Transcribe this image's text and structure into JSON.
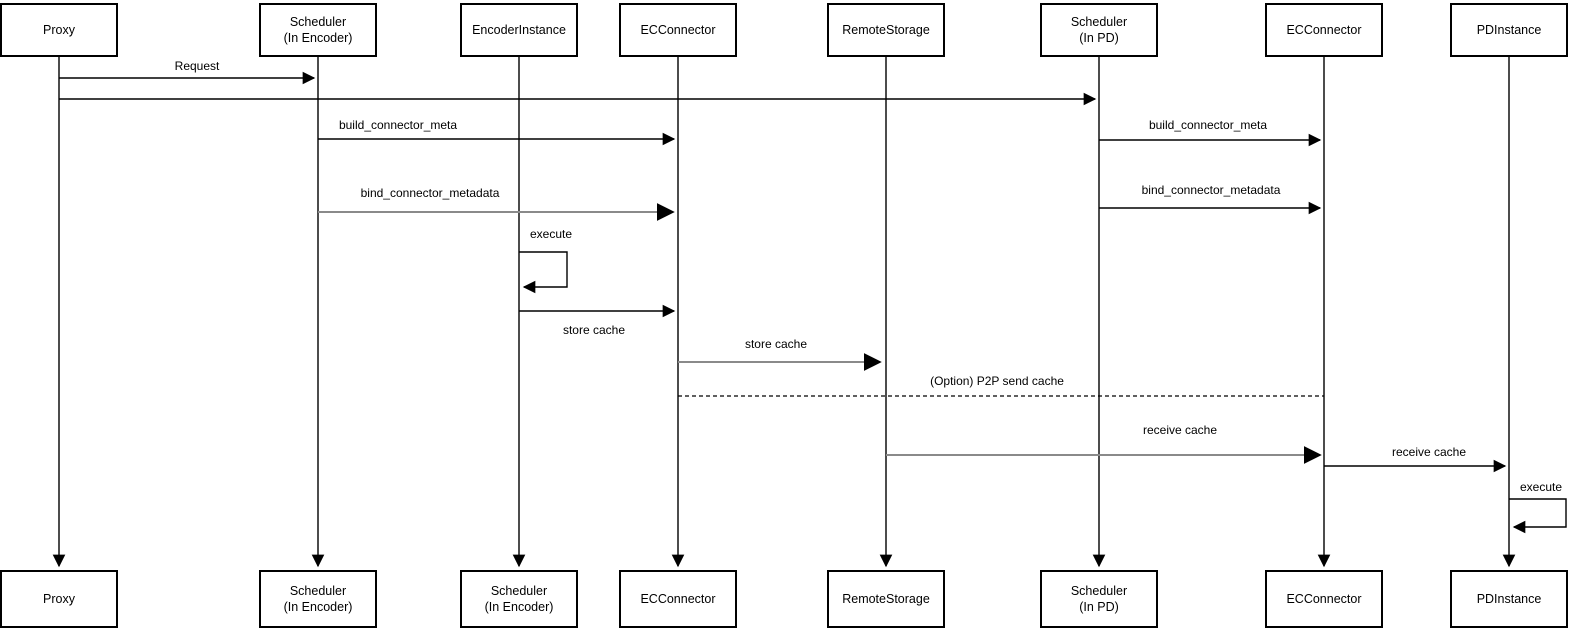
{
  "diagram": {
    "kind": "sequence-diagram",
    "background": "#ffffff",
    "colors": {
      "line": "#000000",
      "line_muted": "#8a8a8a",
      "box_border": "#000000",
      "box_fill": "#ffffff",
      "text": "#000000"
    }
  },
  "actors_top": [
    {
      "id": "proxy",
      "line1": "Proxy"
    },
    {
      "id": "scheduler-encoder",
      "line1": "Scheduler",
      "line2": "(In Encoder)"
    },
    {
      "id": "encoder-instance",
      "line1": "EncoderInstance"
    },
    {
      "id": "ec-connector",
      "line1": "ECConnector"
    },
    {
      "id": "remote-storage",
      "line1": "RemoteStorage"
    },
    {
      "id": "scheduler-pd",
      "line1": "Scheduler",
      "line2": "(In PD)"
    },
    {
      "id": "ec-connector-2",
      "line1": "ECConnector"
    },
    {
      "id": "pd-instance",
      "line1": "PDInstance"
    }
  ],
  "actors_bottom": [
    {
      "id": "proxy",
      "line1": "Proxy"
    },
    {
      "id": "scheduler-encoder",
      "line1": "Scheduler",
      "line2": "(In Encoder)"
    },
    {
      "id": "scheduler-encoder-2",
      "line1": "Scheduler",
      "line2": "(In Encoder)"
    },
    {
      "id": "ec-connector",
      "line1": "ECConnector"
    },
    {
      "id": "remote-storage",
      "line1": "RemoteStorage"
    },
    {
      "id": "scheduler-pd",
      "line1": "Scheduler",
      "line2": "(In PD)"
    },
    {
      "id": "ec-connector-2",
      "line1": "ECConnector"
    },
    {
      "id": "pd-instance",
      "line1": "PDInstance"
    }
  ],
  "messages": [
    {
      "label": "Request",
      "from": "Proxy",
      "to": "Scheduler (In Encoder)",
      "style": "solid-black"
    },
    {
      "label": "",
      "from": "Proxy",
      "to": "Scheduler (In PD)",
      "style": "solid-black"
    },
    {
      "label": "build_connector_meta",
      "from": "Scheduler (In Encoder)",
      "to": "ECConnector",
      "style": "solid-black"
    },
    {
      "label": "bind_connector_metadata",
      "from": "Scheduler (In Encoder)",
      "to": "ECConnector",
      "style": "solid-gray"
    },
    {
      "label": "execute",
      "from": "EncoderInstance",
      "to": "EncoderInstance",
      "style": "self-loop"
    },
    {
      "label": "store cache",
      "from": "EncoderInstance",
      "to": "ECConnector",
      "style": "solid-black"
    },
    {
      "label": "store cache",
      "from": "ECConnector",
      "to": "RemoteStorage",
      "style": "solid-gray"
    },
    {
      "label": "(Option) P2P send cache",
      "from": "ECConnector",
      "to": "ECConnector (PD side)",
      "style": "dashed"
    },
    {
      "label": "receive cache",
      "from": "RemoteStorage",
      "to": "ECConnector (PD side)",
      "style": "solid-gray"
    },
    {
      "label": "build_connector_meta",
      "from": "Scheduler (In PD)",
      "to": "ECConnector (PD side)",
      "style": "solid-black"
    },
    {
      "label": "bind_connector_metadata",
      "from": "Scheduler (In PD)",
      "to": "ECConnector (PD side)",
      "style": "solid-black"
    },
    {
      "label": "receive cache",
      "from": "ECConnector (PD side)",
      "to": "PDInstance",
      "style": "solid-black"
    },
    {
      "label": "execute",
      "from": "PDInstance",
      "to": "PDInstance",
      "style": "self-loop"
    }
  ]
}
